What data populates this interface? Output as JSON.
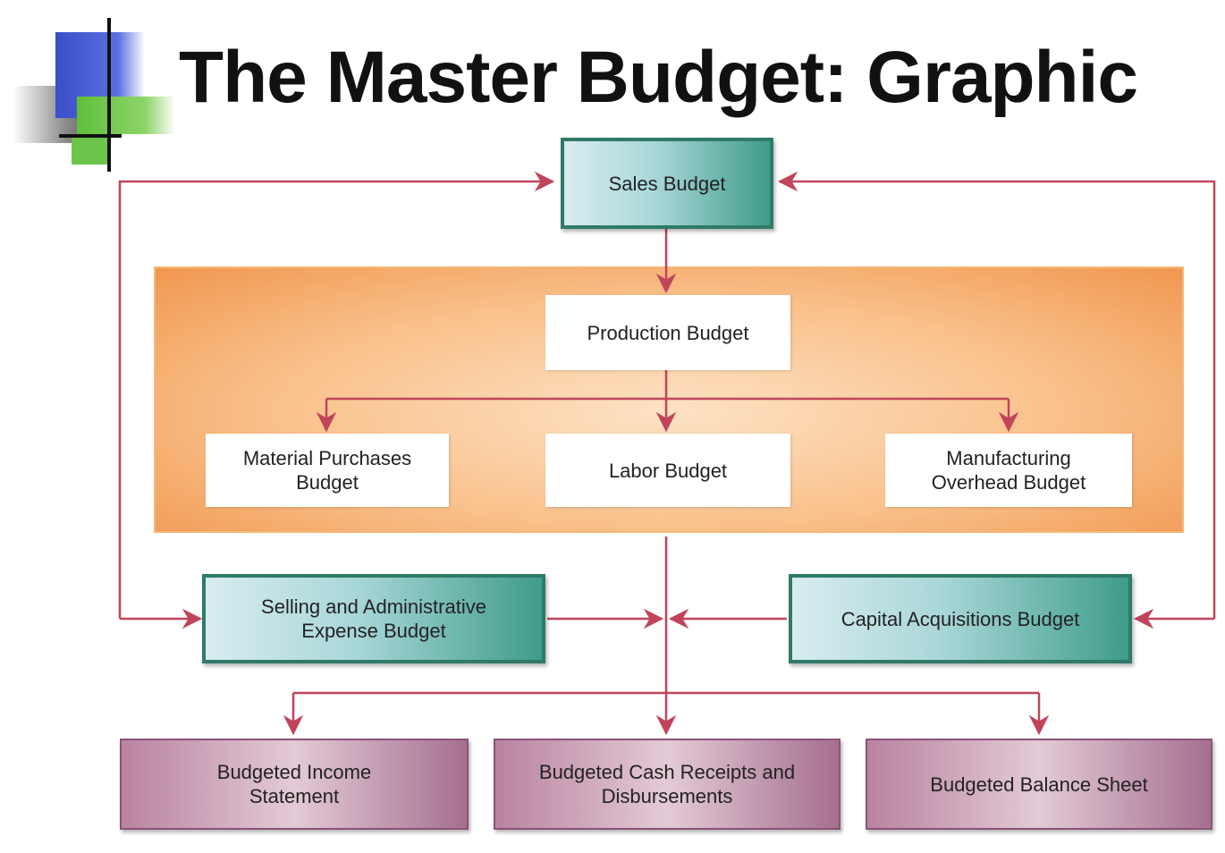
{
  "title": "The Master Budget: Graphic",
  "colors": {
    "arrow": "#c0455a",
    "teal": "#2f7a68",
    "orange": "#f0964e",
    "purple": "#8a5478"
  },
  "boxes": {
    "sales": "Sales Budget",
    "production": "Production Budget",
    "material": "Material Purchases Budget",
    "labor": "Labor Budget",
    "overhead": "Manufacturing Overhead Budget",
    "selling": "Selling and Administrative Expense Budget",
    "capital": "Capital Acquisitions Budget",
    "income": "Budgeted Income Statement",
    "cash": "Budgeted Cash Receipts and Disbursements",
    "balance": "Budgeted Balance Sheet"
  }
}
